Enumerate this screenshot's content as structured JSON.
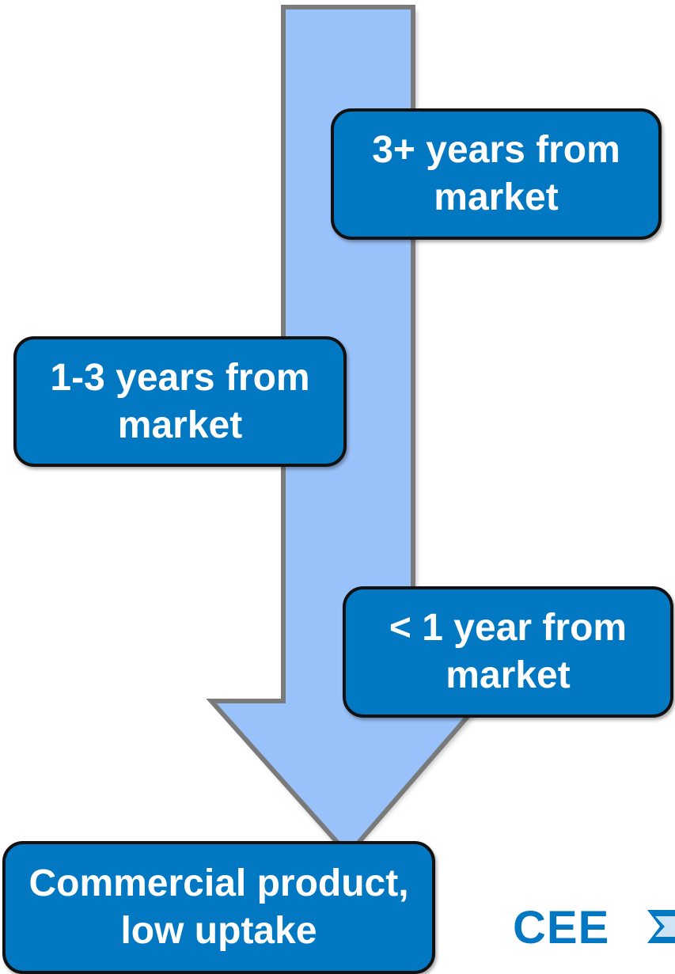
{
  "diagram": {
    "stages": [
      {
        "label": "3+ years from market"
      },
      {
        "label": "1-3 years from market"
      },
      {
        "label": "< 1 year from market"
      }
    ],
    "outcome": {
      "label": "Commercial product, low uptake"
    },
    "logo_text": "CEE"
  },
  "colors": {
    "arrow_fill": "#99c2fb",
    "arrow_stroke": "#7a7a7a",
    "box_fill": "#0277c2",
    "box_border": "#111111",
    "box_text": "#ffffff",
    "logo_color": "#0277c2"
  }
}
